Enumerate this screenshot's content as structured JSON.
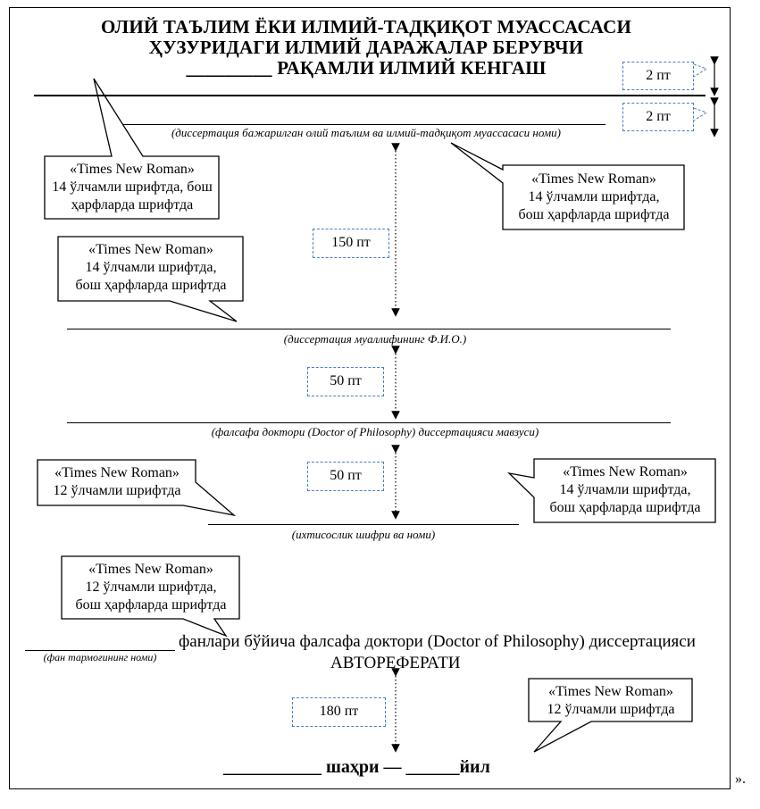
{
  "header": {
    "line1": "ОЛИЙ ТАЪЛИМ ЁКИ ИЛМИЙ-ТАДҚИҚОТ МУАССАСАСИ",
    "line2": "ҲУЗУРИДАГИ ИЛМИЙ ДАРАЖАЛАР БЕРУВЧИ",
    "line3_blank": "_________",
    "line3_text": "РАҚАМЛИ ИЛМИЙ КЕНГАШ"
  },
  "captions": {
    "institution": "(диссертация бажарилган олий таълим ва илмий-тадқиқот муассасаси номи)",
    "author": "(диссертация муаллифининг Ф.И.О.)",
    "topic": "(фалсафа доктори (Doctor of Philosophy) диссертацияси мавзуси)",
    "specialty": "(ихтисослик шифри ва номи)",
    "field": "(фан тармоғининг номи)"
  },
  "spacings": {
    "s1": "2 пт",
    "s2": "2 пт",
    "s3": "150 пт",
    "s4": "50 пт",
    "s5": "50 пт",
    "s6": "180 пт"
  },
  "callouts": {
    "c1": [
      "«Times New Roman»",
      "14 ўлчамли шрифтда, бош",
      "ҳарфларда шрифтда"
    ],
    "c2": [
      "«Times New Roman»",
      "14 ўлчамли шрифтда,",
      "бош ҳарфларда шрифтда"
    ],
    "c3": [
      "«Times New Roman»",
      "14 ўлчамли шрифтда,",
      "бош ҳарфларда шрифтда"
    ],
    "c4": [
      "«Times New Roman»",
      "12 ўлчамли шрифтда"
    ],
    "c5": [
      "«Times New Roman»",
      "14 ўлчамли шрифтда,",
      "бош ҳарфларда шрифтда"
    ],
    "c6": [
      "«Times New Roman»",
      "12 ўлчамли шрифтда,",
      "бош ҳарфларда шрифтда"
    ],
    "c7": [
      "«Times New Roman»",
      "12 ўлчамли шрифтда"
    ]
  },
  "body": {
    "degree_text": "фанлари бўйича фалсафа доктори (Doctor of Philosophy) диссертацияси",
    "autoreferat": "АВТОРЕФЕРАТИ"
  },
  "footer": {
    "city_blank": "___________",
    "city_word": "шаҳри —",
    "year_blank": "______",
    "year_word": "йил"
  },
  "closing": "»."
}
